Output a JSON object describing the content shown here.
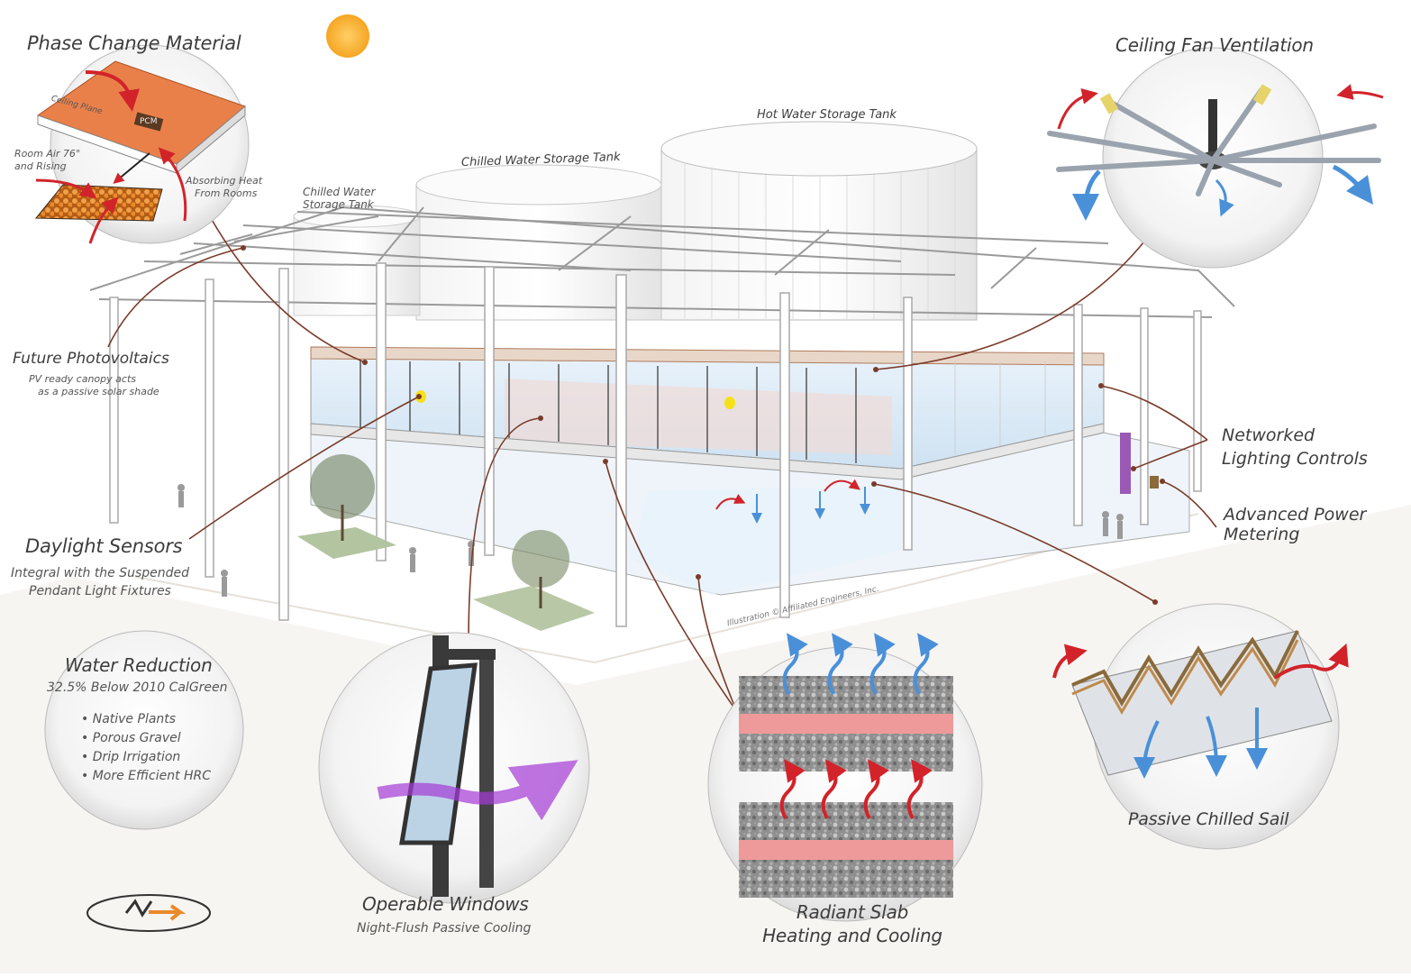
{
  "callouts": {
    "phase_change": {
      "title": "Phase Change Material",
      "inset_labels": [
        "Ceiling Plane",
        "PCM",
        "Room Air 76°",
        "and Rising",
        "Absorbing Heat",
        "From Rooms"
      ]
    },
    "photovoltaics": {
      "title": "Future Photovoltaics",
      "line1": "PV ready canopy acts",
      "line2": "as a passive solar shade"
    },
    "daylight": {
      "title": "Daylight Sensors",
      "line1": "Integral with the Suspended",
      "line2": "Pendant Light Fixtures"
    },
    "water": {
      "title": "Water Reduction",
      "subtitle": "32.5% Below 2010 CalGreen",
      "items": [
        "Native Plants",
        "Porous Gravel",
        "Drip Irrigation",
        "More Efficient HRC"
      ]
    },
    "windows": {
      "title": "Operable Windows",
      "subtitle": "Night-Flush Passive Cooling"
    },
    "radiant": {
      "line1": "Radiant Slab",
      "line2": "Heating and Cooling"
    },
    "sail": {
      "title": "Passive Chilled Sail"
    },
    "fan": {
      "title": "Ceiling Fan Ventilation"
    },
    "lighting": {
      "line1": "Networked",
      "line2": "Lighting Controls"
    },
    "power": {
      "line1": "Advanced Power",
      "line2": "Metering"
    }
  },
  "building": {
    "hot_tank": "Hot Water Storage Tank",
    "chilled_tank": "Chilled Water Storage Tank",
    "chilled_tank_small_1": "Chilled Water",
    "chilled_tank_small_2": "Storage Tank",
    "credit": "Illustration © Affiliated Engineers, Inc."
  },
  "colors": {
    "leader": "#7a3b2a",
    "hot": "#d2232a",
    "cool": "#4a90d9",
    "airflow": "#a53bd6",
    "pcm": "#e9804a",
    "bubble": "#f6f6f6"
  }
}
